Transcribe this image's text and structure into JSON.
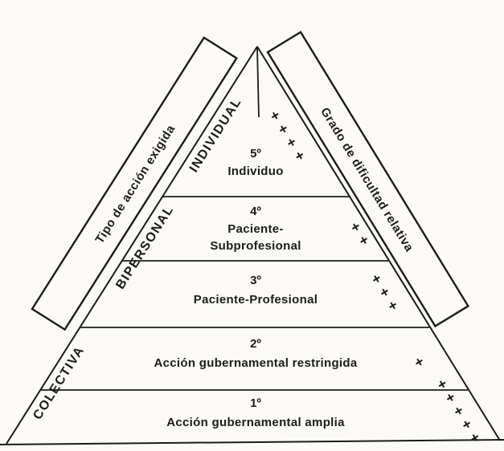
{
  "diagram": {
    "left_band": {
      "label": "Tipo de acción exigida"
    },
    "right_band": {
      "label": "Grado de dificultad relativa"
    },
    "slope_labels": {
      "individual": "INDIVIDUAL",
      "bipersonal": "BIPERSONAL",
      "colectiva": "COLECTIVA"
    },
    "levels": [
      {
        "rank": "5º",
        "lines": [
          "Individuo"
        ],
        "plus": "+ + + +"
      },
      {
        "rank": "4º",
        "lines": [
          "Paciente-",
          "Subprofesional"
        ],
        "plus": "+ +"
      },
      {
        "rank": "3º",
        "lines": [
          "Paciente-Profesional"
        ],
        "plus": "+ + +"
      },
      {
        "rank": "2º",
        "lines": [
          "Acción gubernamental restringida"
        ],
        "plus": "+"
      },
      {
        "rank": "1º",
        "lines": [
          "Acción gubernamental amplia"
        ],
        "plus": "+ + + + +"
      }
    ],
    "colors": {
      "ink": "#1b1b1b",
      "paper": "#fbfaf6"
    }
  }
}
